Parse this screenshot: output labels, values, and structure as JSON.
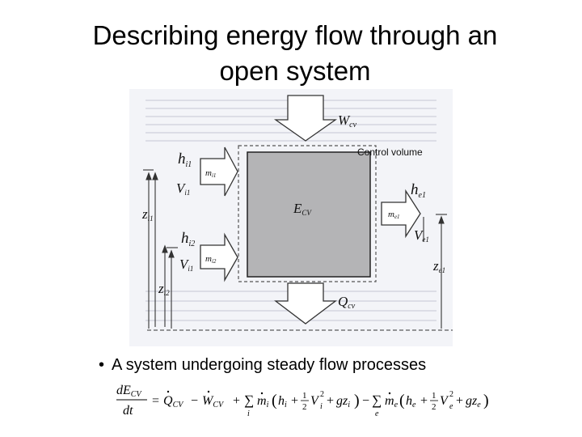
{
  "title": {
    "line1": "Describing energy flow through an",
    "line2": "open system"
  },
  "diagram": {
    "work_label": "W",
    "work_sub": "cv",
    "heat_label": "Q",
    "heat_sub": "cv",
    "energy_label": "E",
    "energy_sub": "CV",
    "control_volume_label": "Control volume",
    "inlet1": {
      "h": "h",
      "h_sub": "i1",
      "m_sub": "i1",
      "V": "V",
      "V_sub": "i1",
      "z": "z",
      "z_sub": "i1"
    },
    "inlet2": {
      "h": "h",
      "h_sub": "i2",
      "m_sub": "i2",
      "V": "V",
      "V_sub": "i1",
      "z": "z",
      "z_sub": "i2"
    },
    "exit1": {
      "h": "h",
      "h_sub": "e1",
      "m_sub": "e1",
      "V": "V",
      "V_sub": "e1",
      "z": "z",
      "z_sub": "e1"
    },
    "m_symbol": "m"
  },
  "bullet": {
    "marker": "•",
    "text": "A system undergoing steady flow processes"
  },
  "equation": {
    "lhs_num": "dE",
    "lhs_num_sub": "CV",
    "lhs_den": "dt",
    "eq": "=",
    "q": "Q",
    "q_sub": "CV",
    "minus1": "−",
    "w": "W",
    "w_sub": "CV",
    "plus1": "+",
    "sum": "∑",
    "sum_sub_i": "i",
    "m_i": "m",
    "m_i_sub": "i",
    "open1": "(",
    "h_i": "h",
    "h_i_sub": "i",
    "plus2": "+",
    "half_num": "1",
    "half_den": "2",
    "v_i": "V",
    "v_i_sub": "i",
    "sq": "2",
    "plus3": "+",
    "gz_i": "gz",
    "gz_i_sub": "i",
    "close1": ")",
    "minus2": "−",
    "sum_sub_e": "e",
    "m_e": "m",
    "m_e_sub": "e",
    "open2": "(",
    "h_e": "h",
    "h_e_sub": "e",
    "plus4": "+",
    "v_e": "V",
    "v_e_sub": "e",
    "plus5": "+",
    "gz_e": "gz",
    "gz_e_sub": "e",
    "close2": ")"
  }
}
